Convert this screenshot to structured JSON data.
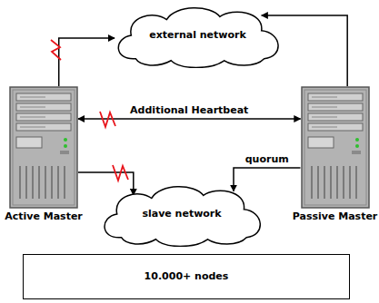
{
  "diagram": {
    "nodes": [
      {
        "text": [
          "external network"
        ]
      },
      {
        "text": [
          "Active Master"
        ]
      },
      {
        "text": [
          "Passive Master"
        ]
      },
      {
        "text": [
          "slave network"
        ]
      },
      {
        "text": [
          "10.000+ nodes"
        ]
      }
    ],
    "edges": [
      {
        "from": 1,
        "to": 0,
        "arrow": "to"
      },
      {
        "from": 2,
        "to": 0,
        "arrow": "to"
      },
      {
        "from": 1,
        "to": 2,
        "arrow": "both",
        "label": "Additional Heartbeat"
      },
      {
        "from": 1,
        "to": 3,
        "arrow": "to"
      },
      {
        "from": 2,
        "to": 3,
        "arrow": "to",
        "label": "quorum"
      }
    ]
  }
}
